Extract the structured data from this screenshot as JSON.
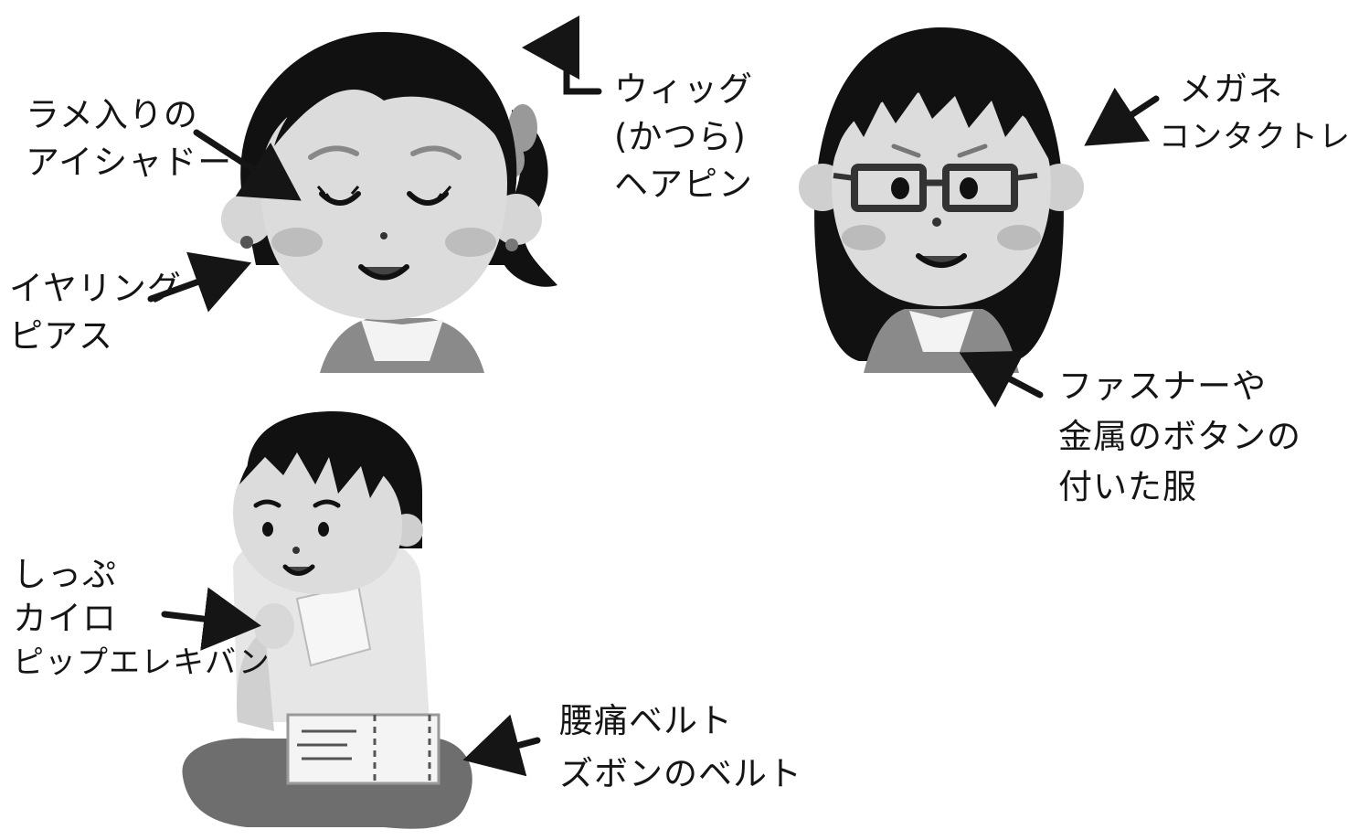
{
  "labels": {
    "eyeshadow": [
      "ラメ入りの",
      "アイシャドー"
    ],
    "earring": [
      "イヤリング",
      "ピアス"
    ],
    "wig": [
      "ウィッグ",
      "(かつら)",
      "ヘアピン"
    ],
    "glasses": [
      "メガネ",
      "コンタクトレンズ"
    ],
    "clothes": [
      "ファスナーや",
      "金属のボタンの",
      "付いた服"
    ],
    "compress": [
      "しっぷ",
      "カイロ",
      "ピップエレキバン"
    ],
    "belt": [
      "腰痛ベルト",
      "ズボンのベルト"
    ]
  },
  "icons": [
    "woman-with-wig-illustration",
    "woman-with-glasses-illustration",
    "woman-with-back-belt-illustration",
    "arrow-icon"
  ],
  "colors": {
    "hair": "#111111",
    "skin": "#dcdcdc",
    "cheek": "#bdbdbd",
    "clothes": "#8a8a8a",
    "lines": "#1a1a1a"
  }
}
